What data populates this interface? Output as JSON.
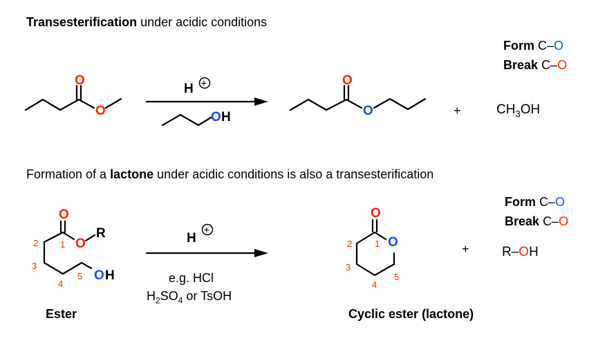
{
  "colors": {
    "oxygen_red": "#ff2200",
    "oxygen_blue": "#1a4fe6",
    "numbering": "#ff2200",
    "bond": "#000000"
  },
  "section1": {
    "title_bold": "Transesterification",
    "title_rest": " under acidic conditions",
    "reagent_top_h": "H",
    "reagent_top_plus": "+",
    "reagent_alcohol_oh": "OH",
    "ester_o_carbonyl": "O",
    "ester_o_single": "O",
    "product_o_carbonyl": "O",
    "product_o_single": "O",
    "plus": "+",
    "byproduct": {
      "c": "CH",
      "sub": "3",
      "tail": "OH"
    },
    "form_label": "Form",
    "form_bond": "C–",
    "form_o": "O",
    "break_label": "Break",
    "break_bond": "C–",
    "break_o": "O"
  },
  "section2": {
    "title_pre": "Formation of a ",
    "title_bold": "lactone",
    "title_rest": " under acidic conditions is also a transesterification",
    "ester_o_carbonyl": "O",
    "ester_o_single": "O",
    "ester_r": "R",
    "ester_oh_o": "O",
    "ester_oh_h": "H",
    "ester_numbers": [
      "1",
      "2",
      "3",
      "4",
      "5"
    ],
    "ester_label": "Ester",
    "reagent_h": "H",
    "reagent_plus": "+",
    "eg_line": "e.g. HCl",
    "acid_line": {
      "h": "H",
      "h_sub": "2",
      "so": "SO",
      "so_sub": "4",
      "tail": " or TsOH"
    },
    "lactone_o_carbonyl": "O",
    "lactone_o_ring": "O",
    "lactone_numbers": [
      "1",
      "2",
      "3",
      "4",
      "5"
    ],
    "lactone_label": "Cyclic ester (lactone)",
    "plus": "+",
    "byproduct": {
      "r": "R–",
      "o": "O",
      "h": "H"
    },
    "form_label": "Form",
    "form_bond": "C–",
    "form_o": "O",
    "break_label": "Break",
    "break_bond": "C–",
    "break_o": "O"
  }
}
